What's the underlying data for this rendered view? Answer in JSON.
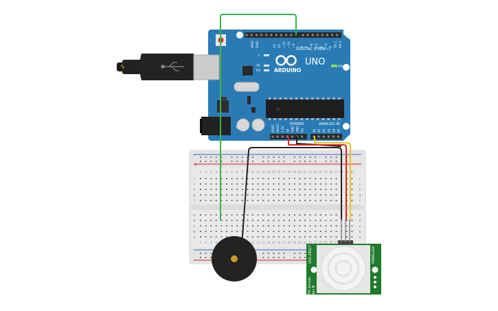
{
  "board": {
    "brand_text": "ARDUINO",
    "model_text": "UNO",
    "digital_label": "DIGITAL (PWM~)",
    "power_label": "POWER",
    "analog_label": "ANALOG IN",
    "on_label": "ON",
    "l_label": "L",
    "tx_label": "TX",
    "rx_label": "RX",
    "digital_pins": [
      "AREF",
      "GND",
      "13",
      "12",
      "~11",
      "~10",
      "~9",
      "8",
      "7",
      "~6",
      "~5",
      "4",
      "~3",
      "2",
      "TX 1",
      "RX 0"
    ],
    "power_pins": [
      "IOREF",
      "RESET",
      "3.3V",
      "5V",
      "GND",
      "GND",
      "Vin"
    ],
    "analog_pins": [
      "A0",
      "A1",
      "A2",
      "A3",
      "A4",
      "A5"
    ]
  },
  "sensor": {
    "left_text_1": "PIR Sensor",
    "left_text_2": "Rev B",
    "left_text_3": "555-28027",
    "right_text": "PARALLAX"
  },
  "breadboard": {
    "column_numbers": [
      "1",
      "2",
      "3",
      "4",
      "5",
      "6",
      "7",
      "8",
      "9",
      "10",
      "11",
      "12",
      "13",
      "14",
      "15",
      "16",
      "17",
      "18",
      "19",
      "20",
      "21",
      "22",
      "23",
      "24",
      "25",
      "26",
      "27",
      "28",
      "29",
      "30"
    ],
    "row_letters_top": [
      "j",
      "i",
      "h",
      "g",
      "f"
    ],
    "row_letters_bottom": [
      "e",
      "d",
      "c",
      "b",
      "a"
    ],
    "rail_plus": "+",
    "rail_minus": "-"
  },
  "colors": {
    "board_blue": "#2a7bb5",
    "wire_green": "#3db34a",
    "wire_black": "#222222",
    "wire_red": "#d9261c",
    "wire_yellow": "#f2c31b",
    "sensor_green": "#1f7a2c"
  }
}
